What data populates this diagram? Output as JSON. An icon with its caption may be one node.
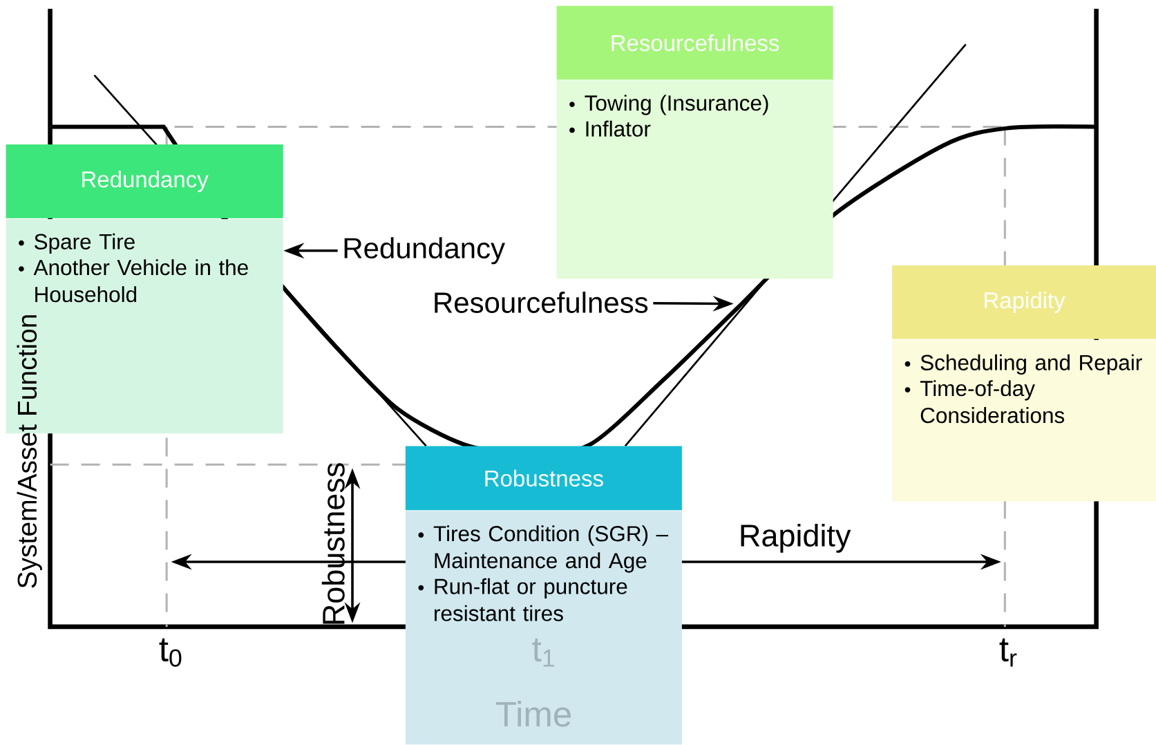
{
  "diagram": {
    "nodes": [
      {
        "text": [
          "Redundancy",
          "Spare Tire",
          "Another Vehicle in the Household"
        ]
      },
      {
        "text": [
          "Resourcefulness",
          "Towing (Insurance)",
          "Inflator"
        ]
      },
      {
        "text": [
          "Rapidity",
          "Scheduling and Repair",
          "Time-of-day Considerations"
        ]
      },
      {
        "text": [
          "Robustness",
          "Tires Condition (SGR) – Maintenance and Age",
          "Run-flat or puncture resistant tires"
        ]
      },
      {
        "text": [
          "Redundancy"
        ]
      },
      {
        "text": [
          "Resourcefulness"
        ]
      }
    ],
    "edges": [
      {
        "from": 4,
        "to": 0,
        "arrow": "to"
      },
      {
        "from": 5,
        "to": null,
        "arrow": "to"
      }
    ],
    "labels": [
      "System/Asset Function",
      "Robustness",
      "Rapidity",
      "t$_{0}$",
      "t$_{1}$",
      "t$_{r}$",
      "Time"
    ]
  }
}
